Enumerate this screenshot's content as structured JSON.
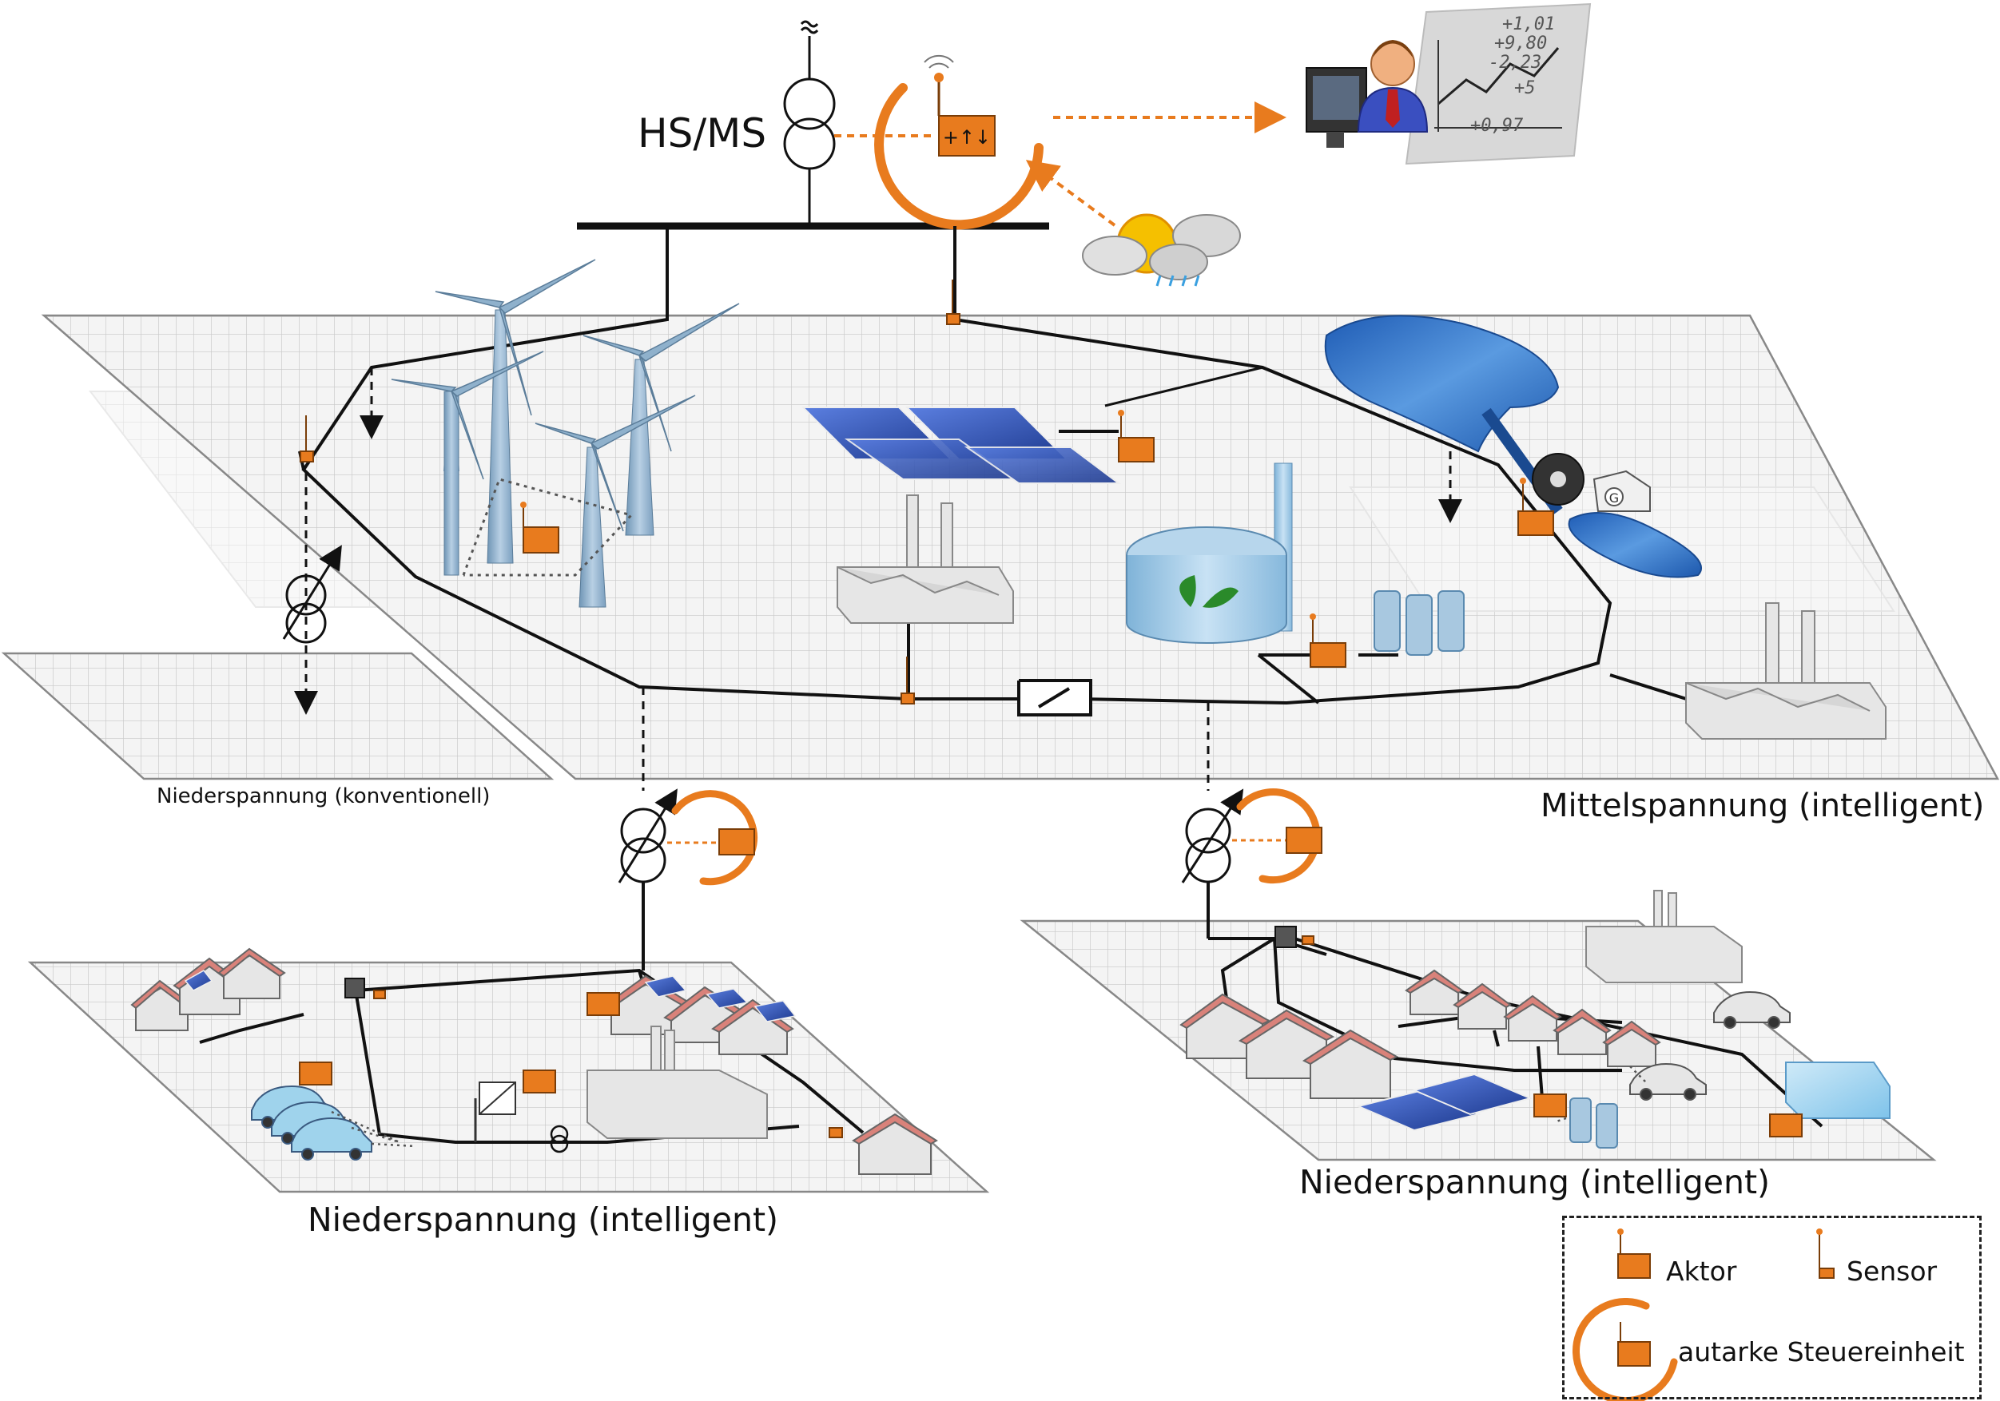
{
  "labels": {
    "hs_ms": "HS/MS",
    "niederspannung_konventionell": "Niederspannung (konventionell)",
    "mittelspannung": "Mittelspannung (intelligent)",
    "niederspannung_intelligent_left": "Niederspannung (intelligent)",
    "niederspannung_intelligent_right": "Niederspannung (intelligent)"
  },
  "legend": {
    "aktor": "Aktor",
    "sensor": "Sensor",
    "autarke": "autarke Steuereinheit"
  },
  "stock_values": [
    "+1,01",
    "+9,80",
    "-2,23",
    "+5",
    "+0,97"
  ],
  "colors": {
    "control_orange": "#e87b1e",
    "grid_line": "#c8c8c8",
    "network_line": "#111111",
    "solar_blue": "#2a4aa8",
    "turbine_blue": "#8fb1cc",
    "water_blue": "#2f6fc0"
  },
  "icons": [
    "transformer-icon",
    "control-unit-icon",
    "sensor-icon",
    "actuator-icon",
    "wind-turbine-icon",
    "solar-panel-icon",
    "factory-icon",
    "biogas-plant-icon",
    "battery-icon",
    "hydro-reservoir-icon",
    "generator-icon",
    "house-icon",
    "electric-car-icon",
    "cold-storage-icon",
    "weather-icon",
    "operator-icon",
    "switch-icon",
    "inverter-icon"
  ]
}
